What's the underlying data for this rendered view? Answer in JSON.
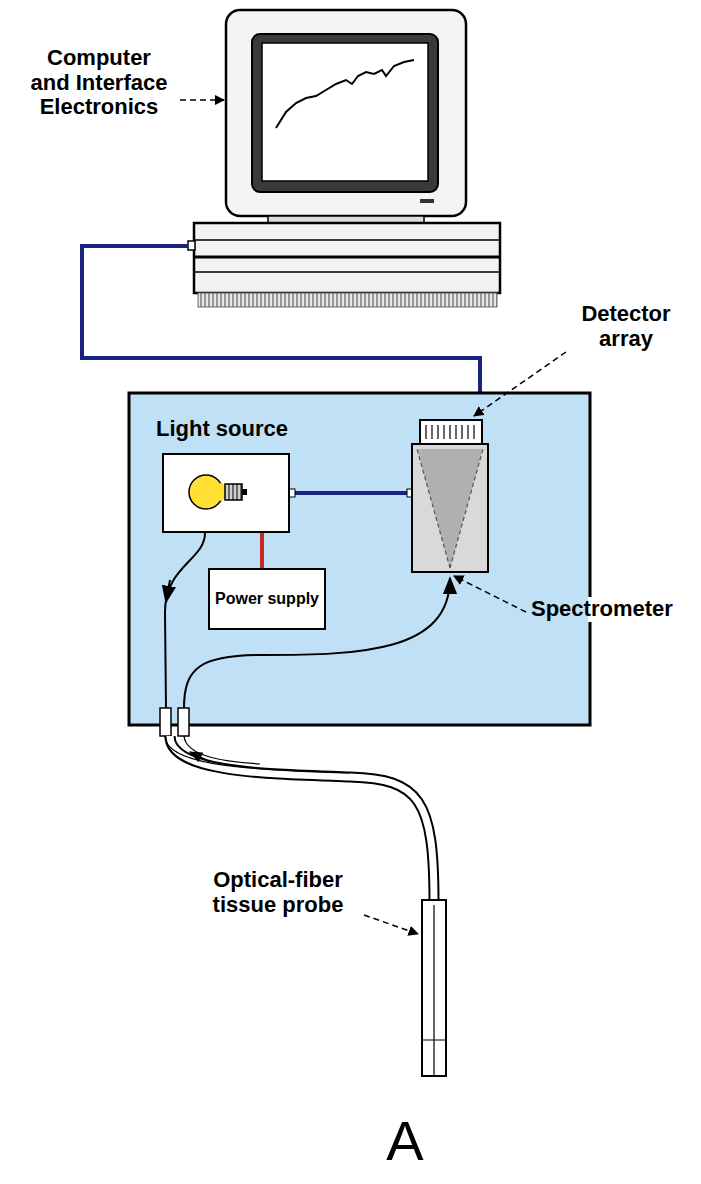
{
  "diagram": {
    "nodes": [
      {
        "text": [
          "Light source"
        ]
      },
      {
        "text": [
          "Power supply"
        ]
      }
    ],
    "edges": [
      {
        "from": 0,
        "to": 1,
        "arrow": "none"
      }
    ],
    "labels": [
      "Computer and Interface Electronics",
      "Detector array",
      "Spectrometer",
      "Optical-fiber tissue probe",
      "A"
    ]
  }
}
